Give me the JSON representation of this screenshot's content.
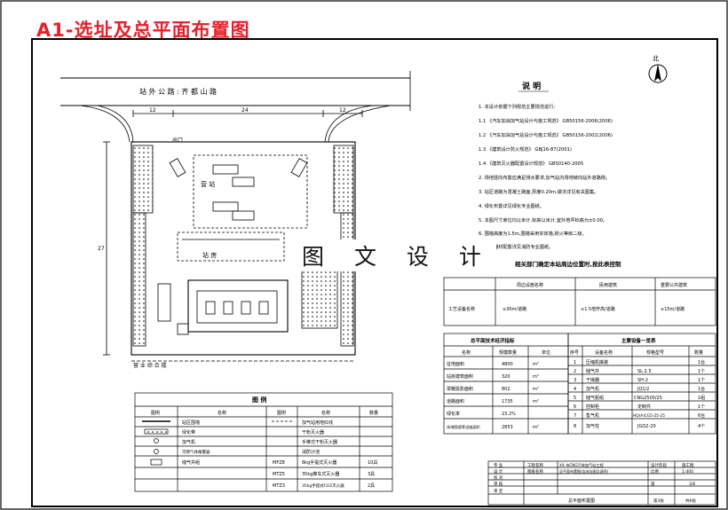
{
  "header": {
    "title": "A1-选址及总平面布置图",
    "watermark": "图 文 设 计"
  },
  "site": {
    "road_label": "站 外 公 路 : 齐 都 山 路",
    "dims_top": [
      "12",
      "24",
      "12"
    ],
    "dim_side": "27",
    "label_canopy": "营 站",
    "label_station": "站 房",
    "label_gate": "出口",
    "label_building": "营 业 综 合 楼"
  },
  "notes": {
    "heading": "说 明",
    "lines": [
      "1. 本设计依据下列规范主要规范进行:",
      "1.1 《汽车加油加气站设计与施工规范》 GB50156-2006(2006)",
      "1.2 《汽车加油加气站设计与施工规范》 GB50156-2002(2006)",
      "1.3 《建筑设计防火规范》 GBJ16-87(2001)",
      "1.4 《建筑灭火器配置设计规范》 GB50140-2005",
      "2. 场地竖向布置应满足排水要求,加气站内场地坡向站外道路侧。",
      "3. 站区道路为混凝土路面,厚度0.20m,做法详见有关图集。",
      "4. 绿化布置详见绿化专业图纸。",
      "5. 本图尺寸单位均以米计,标高以米计,室外地坪标高为±0.00。",
      "6. 围墙高度为1.5m,围墙采用实体墙,耐火等级二级。",
      "7. 消防器材配置详见消防专业图纸。"
    ]
  },
  "distance_table": {
    "title": "相关部门确定本站周边位置时,按此表控制",
    "headers": [
      "",
      "周边设施名称",
      "民用建筑",
      "重要公共建筑"
    ],
    "row_label": "工艺设备名称",
    "row": [
      "≥30m/道路",
      "≥1.5倍杆高/道路",
      "≥15m/道路"
    ]
  },
  "tech_table": {
    "title": "总平面技术经济指标",
    "headers": [
      "名称",
      "规模数量",
      "单位"
    ],
    "rows": [
      [
        "征地面积",
        "4800",
        "m²"
      ],
      [
        "站房建筑面积",
        "320",
        "m²"
      ],
      [
        "罩棚投影面积",
        "802",
        "m²"
      ],
      [
        "道路面积",
        "1735",
        "m²"
      ],
      [
        "绿化率",
        "23.2%",
        ""
      ],
      [
        "场地围墙等设施面积",
        "2853",
        "m²"
      ]
    ]
  },
  "equipment_table": {
    "title": "主要设备一览表",
    "headers": [
      "序号",
      "设备名称",
      "规格型号",
      "数量"
    ],
    "rows": [
      [
        "1",
        "压缩机撬装",
        "",
        "1台"
      ],
      [
        "2",
        "储气井",
        "SL-2.5",
        "1个"
      ],
      [
        "3",
        "干燥器",
        "SH-2",
        "1个"
      ],
      [
        "4",
        "加气机",
        "JQ1/2",
        "1台"
      ],
      [
        "5",
        "储气瓶组",
        "CNG2500/25",
        "1组"
      ],
      [
        "6",
        "控制柜",
        "定制件",
        "1个"
      ],
      [
        "7",
        "售气机",
        "HQ(A)CG5-25-25",
        "6台"
      ],
      [
        "8",
        "加气柱",
        "JGQ2-20",
        "4个"
      ]
    ]
  },
  "legend": {
    "title": "图 例",
    "headers": [
      "图例",
      "名称",
      "图例",
      "名称",
      "数量"
    ],
    "rows": [
      [
        "",
        "站区围墙",
        "",
        "加气站用地红线",
        ""
      ],
      [
        "",
        "绿化带",
        "",
        "干粉灭火器",
        ""
      ],
      [
        "",
        "加气机",
        "",
        "手推式干粉灭火器",
        ""
      ],
      [
        "",
        "可燃气体报警器",
        "",
        "消防沙池",
        ""
      ],
      [
        "",
        "储气井组",
        "MFZ8",
        "8kg手提式灭火器",
        "10具"
      ],
      [
        "",
        "",
        "MTZ5",
        "35kg推车式灭火器",
        "3具"
      ],
      [
        "",
        "",
        "MTZ3",
        "35kg手提式CO2灭火器",
        "2具"
      ]
    ]
  },
  "title_block": {
    "project_label": "工程名称",
    "project": "XX 市CNG汽车加气站工程",
    "drawing_label": "图纸名称",
    "drawing": "总平面布置图(含选址图及说明)",
    "stage_label": "设计阶段",
    "stage": "施工图",
    "scale_label": "比例",
    "scale": "1:400",
    "sheet_label": "第",
    "sheet": "3/6",
    "roles": [
      "专 业",
      "设 计",
      "校 对",
      "审 核",
      "审 定"
    ],
    "footer": "总平面布置图",
    "footer_sheet": "第3张",
    "footer_total": "共6张"
  },
  "north": {
    "label": "北"
  }
}
